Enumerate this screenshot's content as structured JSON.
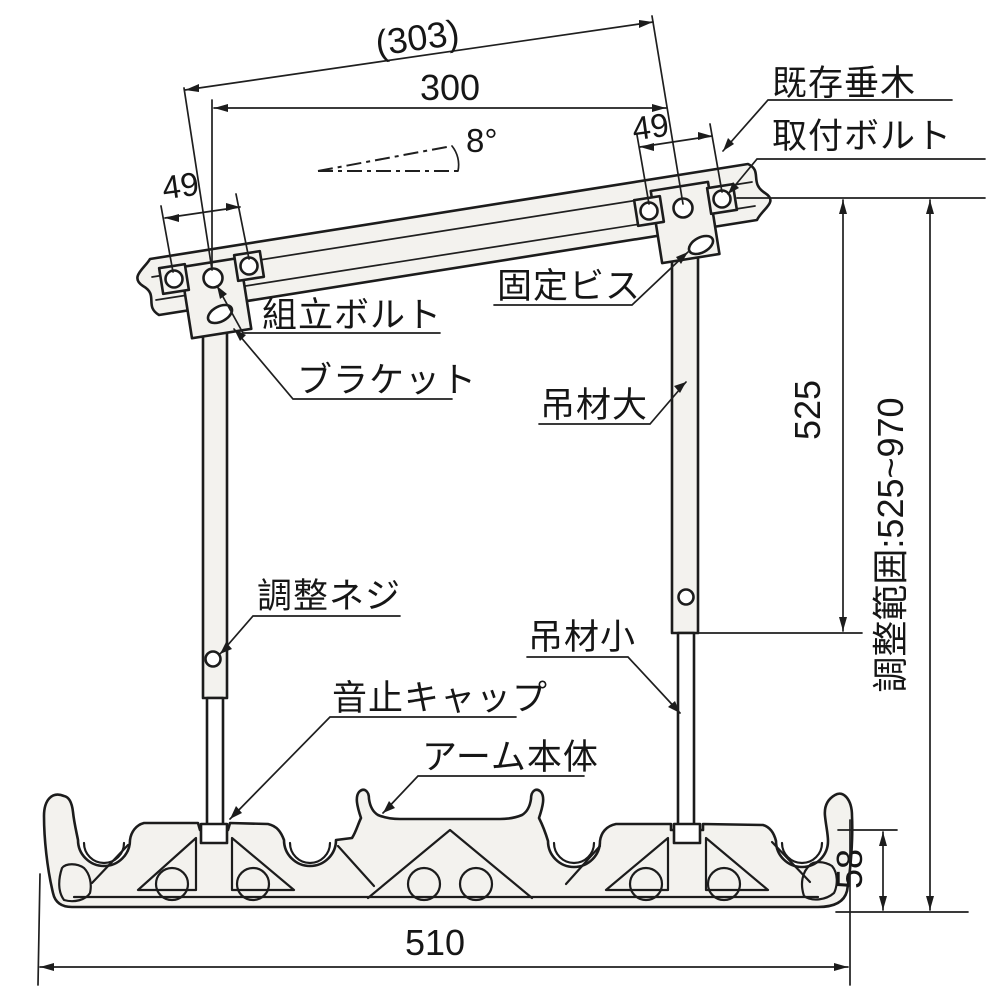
{
  "drawing": {
    "colors": {
      "line": "#1c1c1c",
      "part_fill": "#f3f2ee",
      "background": "#ffffff"
    },
    "dimensions": {
      "slope_length": "(303)",
      "bolt_span": "300",
      "roof_angle": "8°",
      "bolt_pitch_left": "49",
      "bolt_pitch_right": "49",
      "drop_standard": "525",
      "adjust_range": "調整範囲:525~970",
      "arm_height": "58",
      "arm_length": "510"
    },
    "labels": {
      "existing_rafter": "既存垂木",
      "mounting_bolt": "取付ボルト",
      "fixing_screw": "固定ビス",
      "assembly_bolt": "組立ボルト",
      "bracket": "ブラケット",
      "hanger_rod_large": "吊材大",
      "adjusting_screw": "調整ネジ",
      "hanger_rod_small": "吊材小",
      "sound_stop_cap": "音止キャップ",
      "arm_body": "アーム本体"
    }
  }
}
